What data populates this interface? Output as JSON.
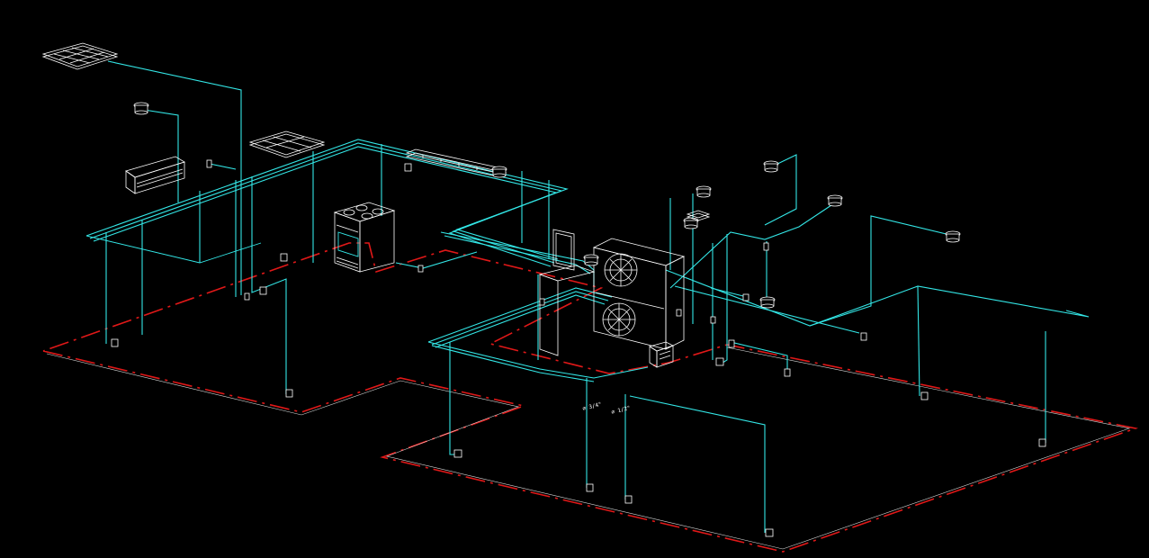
{
  "view": {
    "background_color": "#000000",
    "pipe_color": "#33e6e6",
    "wall_color": "#e01818",
    "equipment_color": "#ffffff"
  },
  "annotations": [
    {
      "id": "ann-1",
      "text": "∅ 3/4\""
    },
    {
      "id": "ann-2",
      "text": "∅ 1/2\""
    }
  ],
  "icons": {
    "ceiling_fixture": "ceiling-fixture-icon",
    "wall_outlet": "wall-outlet-icon",
    "stove": "stove-icon",
    "ac_unit": "ac-unit-icon",
    "fan_unit": "fan-unit-icon",
    "grille": "ceiling-grille-icon",
    "door": "door-icon"
  }
}
